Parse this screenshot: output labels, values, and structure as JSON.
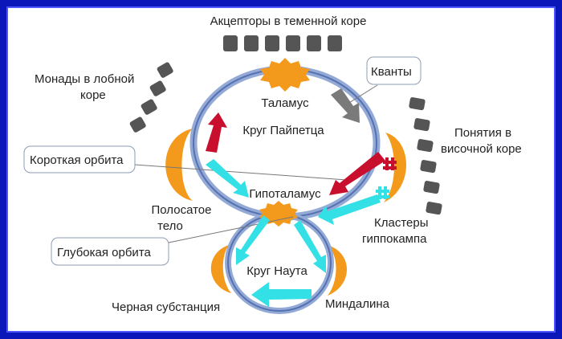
{
  "labels": {
    "acceptors": "Акцепторы в теменной коре",
    "monads_l1": "Монады в лобной",
    "monads_l2": "коре",
    "quanta": "Кванты",
    "thalamus": "Таламус",
    "papez": "Круг Пайпетца",
    "concepts_l1": "Понятия в",
    "concepts_l2": "височной коре",
    "short_orbit": "Короткая орбита",
    "hypothalamus": "Гипоталамус",
    "striatum_l1": "Полосатое",
    "striatum_l2": "тело",
    "clusters_l1": "Кластеры",
    "clusters_l2": "гиппокампа",
    "deep_orbit": "Глубокая орбита",
    "nauta": "Круг Наута",
    "substantia": "Черная субстанция",
    "amygdala": "Миндалина"
  },
  "colors": {
    "frame": "#0b17b8",
    "ring_outer": "#93a9d6",
    "ring_inner": "#5671b0",
    "orange": "#f39a1d",
    "dark_square": "#555555",
    "red_arrow": "#c8102e",
    "cyan_arrow": "#33e0e6",
    "gray_arrow": "#7a7a7a"
  }
}
